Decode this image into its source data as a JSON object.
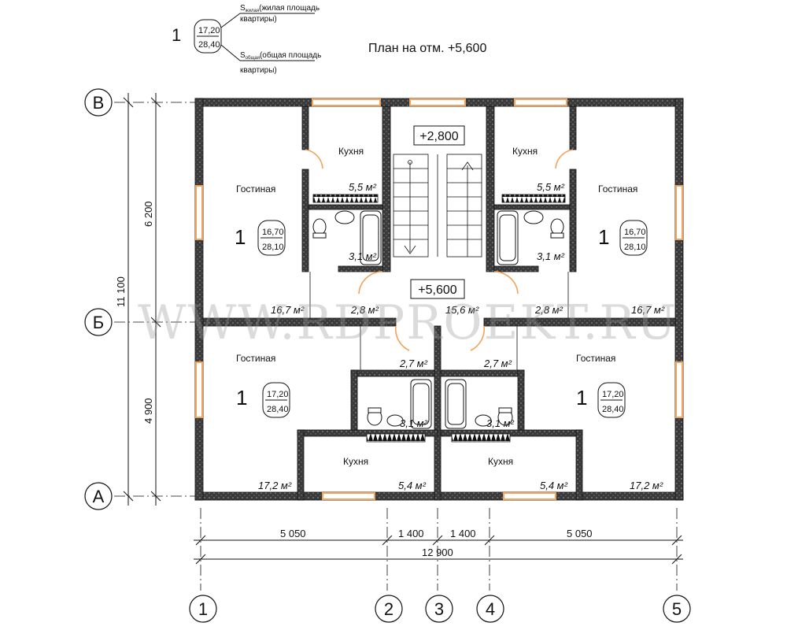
{
  "title": "План на отм. +5,600",
  "watermark": "WWW.RDPROEKT.RU",
  "legend": {
    "number": "1",
    "living": "17,20",
    "total": "28,40",
    "living_label_sub": "S",
    "living_label_sub_idx": "жилая",
    "living_label_text": "(жилая площадь",
    "living_label_text2": "квартиры)",
    "total_label_sub": "S",
    "total_label_sub_idx": "общая",
    "total_label_text": "(общая площадь",
    "total_label_text2": "квартиры)"
  },
  "levels": {
    "stair_top": "+2,800",
    "landing": "+5,600"
  },
  "apartments": [
    {
      "number": "1",
      "living": "16,70",
      "total": "28,10"
    },
    {
      "number": "1",
      "living": "16,70",
      "total": "28,10"
    },
    {
      "number": "1",
      "living": "17,20",
      "total": "28,40"
    },
    {
      "number": "1",
      "living": "17,20",
      "total": "28,40"
    }
  ],
  "rooms": {
    "kitchen": "Кухня",
    "living": "Гостиная"
  },
  "areas": {
    "ul_kitchen": "5,5 м²",
    "ul_bath": "3,1 м²",
    "ul_living": "16,7 м²",
    "ul_hall": "2,8 м²",
    "ur_kitchen": "5,5 м²",
    "ur_bath": "3,1 м²",
    "ur_living": "16,7 м²",
    "ur_hall": "2,8 м²",
    "corridor": "15,6 м²",
    "ll_hall": "2,7 м²",
    "ll_bath": "3,1 м²",
    "ll_kitchen": "5,4 м²",
    "ll_living": "17,2 м²",
    "lr_hall": "2,7 м²",
    "lr_bath": "3,1 м²",
    "lr_kitchen": "5,4 м²",
    "lr_living": "17,2 м²"
  },
  "dimensions": {
    "vertical_total": "11 100",
    "vertical_upper": "6 200",
    "vertical_lower": "4 900",
    "h_1_2": "5 050",
    "h_2_3": "1 400",
    "h_3_4": "1 400",
    "h_4_5": "5 050",
    "h_total": "12 900"
  },
  "axes_rows": [
    "В",
    "Б",
    "А"
  ],
  "axes_cols": [
    "1",
    "2",
    "3",
    "4",
    "5"
  ],
  "colors": {
    "wall": "#2a2a2a",
    "window": "#f3a25a",
    "door": "#f3a25a",
    "line": "#111111"
  }
}
